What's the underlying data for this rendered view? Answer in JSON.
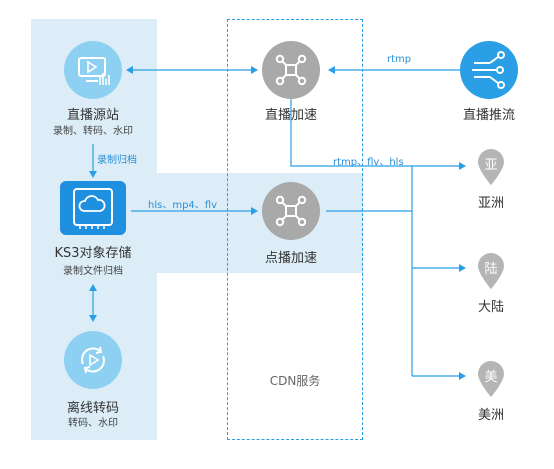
{
  "colors": {
    "accent": "#2a9fe6",
    "panel": "#dcedf8",
    "node_gray": "#a9a9a9",
    "pin_gray": "#b5b5b5",
    "icon_light_blue": "#8ed0f2"
  },
  "nodes": {
    "live_origin": {
      "title": "直播源站",
      "subtitle": "录制、转码、水印",
      "icon": "monitor-icon"
    },
    "ks3": {
      "title": "KS3对象存储",
      "subtitle": "录制文件归档",
      "icon": "cloud-storage-icon"
    },
    "offline": {
      "title": "离线转码",
      "subtitle": "转码、水印",
      "icon": "refresh-play-icon"
    },
    "live_accel": {
      "title": "直播加速",
      "icon": "network-hub-icon"
    },
    "vod_accel": {
      "title": "点播加速",
      "icon": "network-hub-icon"
    },
    "live_push": {
      "title": "直播推流",
      "icon": "stream-push-icon"
    }
  },
  "cdn_label": "CDN服务",
  "edge_labels": {
    "archive": "录制归档",
    "rtmp_push": "rtmp",
    "live_out": "rtmp、flv、hls",
    "vod_out": "hls、mp4、flv"
  },
  "regions": [
    {
      "glyph": "亚",
      "name": "亚洲"
    },
    {
      "glyph": "陆",
      "name": "大陆"
    },
    {
      "glyph": "美",
      "name": "美洲"
    }
  ]
}
